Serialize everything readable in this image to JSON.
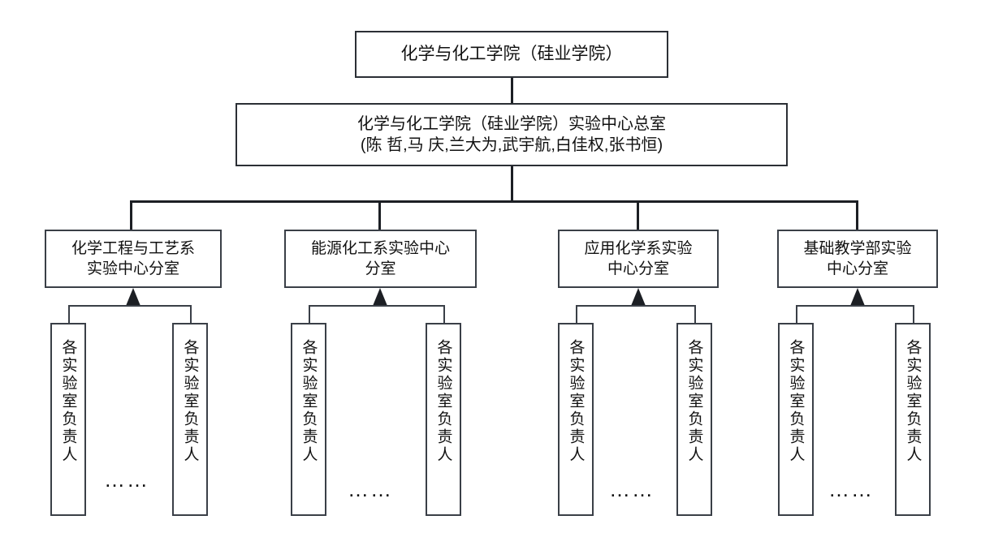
{
  "diagram": {
    "title_root": "化学与化工学院（硅业学院）",
    "center": {
      "line1": "化学与化工学院（硅业学院）实验中心总室",
      "line2": "(陈 哲,马 庆,兰大为,武宇航,白佳权,张书恒)",
      "members": [
        "陈 哲",
        "马 庆",
        "兰大为",
        "武宇航",
        "白佳权",
        "张书恒"
      ]
    },
    "departments": [
      {
        "label": "化学工程与工艺系\n实验中心分室"
      },
      {
        "label": "能源化工系实验中心\n分室"
      },
      {
        "label": "应用化学系实验\n中心分室"
      },
      {
        "label": "基础教学部实验\n中心分室"
      }
    ],
    "leaf_label": "各实验室负责人",
    "ellipsis": "……",
    "leaves": [
      {
        "label": "各实验室负责人"
      },
      {
        "label": "各实验室负责人"
      },
      {
        "label": "各实验室负责人"
      },
      {
        "label": "各实验室负责人"
      },
      {
        "label": "各实验室负责人"
      },
      {
        "label": "各实验室负责人"
      },
      {
        "label": "各实验室负责人"
      },
      {
        "label": "各实验室负责人"
      }
    ],
    "colors": {
      "background": "#ffffff",
      "box_border": "#3a3f47",
      "connector": "#1c1f24",
      "text": "#111111"
    }
  }
}
